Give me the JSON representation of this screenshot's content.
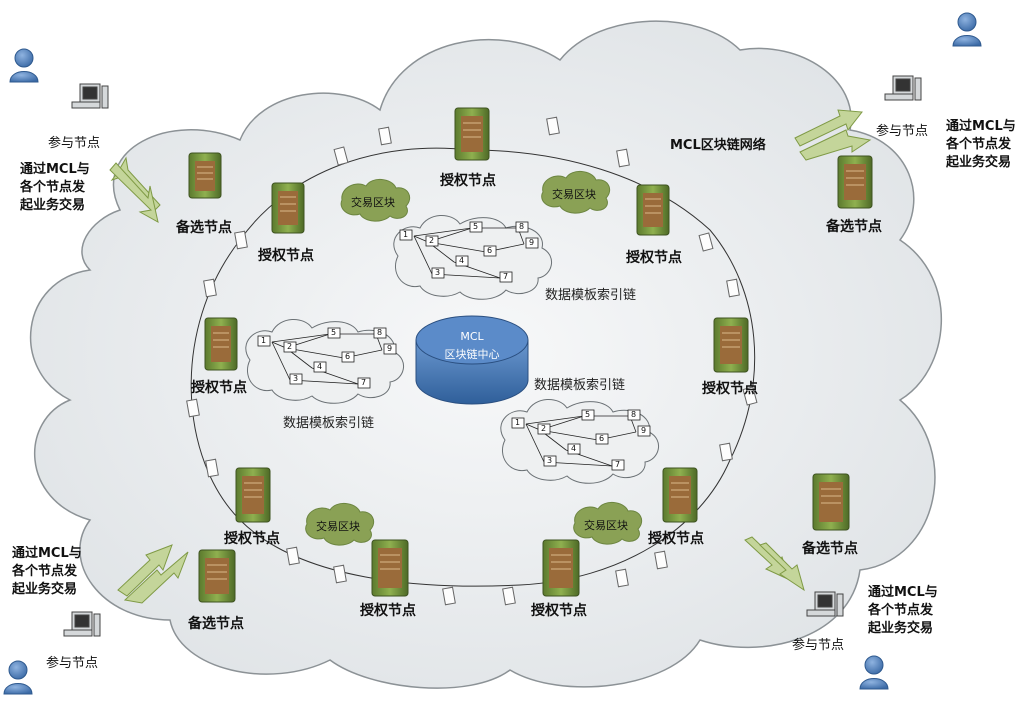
{
  "labels": {
    "authorized_node": "授权节点",
    "candidate_node": "备选节点",
    "participant_node": "参与节点",
    "transaction_block": "交易区块",
    "index_chain": "数据模板索引链",
    "network_title": "MCL区块链网络",
    "hub_line1": "MCL",
    "hub_line2": "区块链中心",
    "initiate_transaction": "通过MCL与\n各个节点发\n起业务交易"
  },
  "chain_node_numbers": [
    "1",
    "2",
    "3",
    "4",
    "5",
    "6",
    "7",
    "8",
    "9"
  ],
  "icons": [
    "server-icon",
    "computer-icon",
    "user-icon",
    "document-icon",
    "double-arrow-icon",
    "database-icon"
  ],
  "colors": {
    "cloud_fill": "#e9ecee",
    "server_green": "#6f8f3a",
    "server_brown": "#9a6b3a",
    "hub_blue": "#4f81bd",
    "transaction_cloud": "#8aa155",
    "arrow_green": "#b7c98a",
    "user_blue": "#4a7ebb"
  }
}
